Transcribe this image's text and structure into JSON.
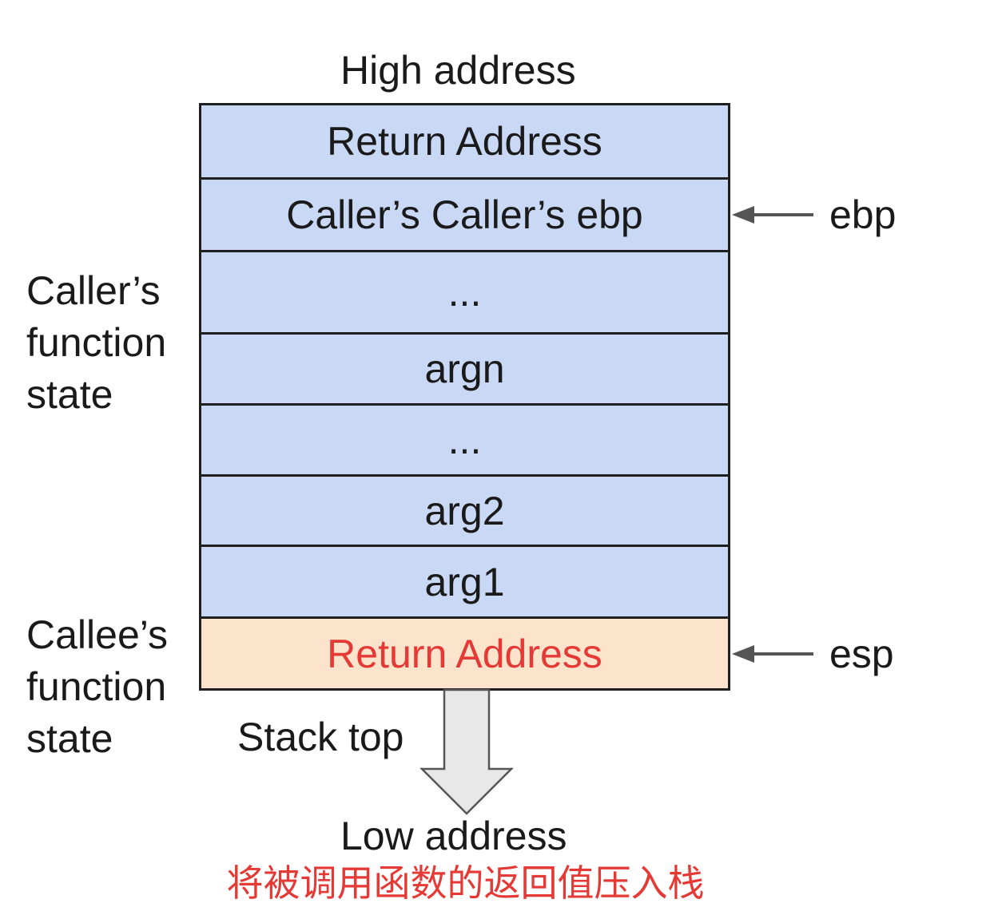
{
  "colors": {
    "caller_cell_fill": "#c9d8f5",
    "callee_cell_fill": "#fbe3cc",
    "cell_border": "#1f1f1f",
    "highlight_text": "#e53935",
    "arrow_fill": "#e8e8e8",
    "pointer_arrow": "#555555"
  },
  "labels": {
    "high_address": "High address",
    "low_address": "Low address",
    "stack_top": "Stack top",
    "caption": "将被调用函数的返回值压入栈"
  },
  "caller_state": {
    "line1": "Caller’s",
    "line2": "function",
    "line3": "state"
  },
  "callee_state": {
    "line1": "Callee’s",
    "line2": "function",
    "line3": "state"
  },
  "stack_cells": [
    {
      "text": "Return Address",
      "owner": "caller"
    },
    {
      "text": "Caller’s Caller’s ebp",
      "owner": "caller"
    },
    {
      "text": "...",
      "owner": "caller"
    },
    {
      "text": "argn",
      "owner": "caller"
    },
    {
      "text": "...",
      "owner": "caller"
    },
    {
      "text": "arg2",
      "owner": "caller"
    },
    {
      "text": "arg1",
      "owner": "caller"
    },
    {
      "text": "Return Address",
      "owner": "callee"
    }
  ],
  "pointers": {
    "ebp": {
      "label": "ebp",
      "points_to_cell": 1
    },
    "esp": {
      "label": "esp",
      "points_to_cell": 7
    }
  },
  "icons": {
    "pointer": "left-arrow-icon",
    "growth": "down-arrow-icon"
  }
}
